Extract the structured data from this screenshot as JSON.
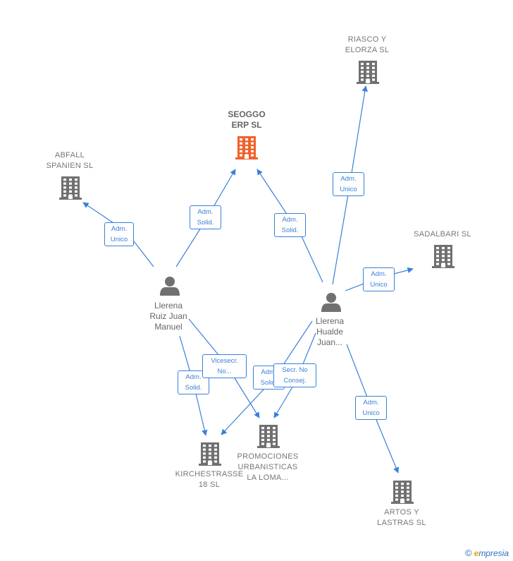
{
  "nodes": {
    "seoggo": {
      "label": "SEOGGO\nERP  SL",
      "color": "#f0612d"
    },
    "riasco": {
      "label": "RIASCO Y\nELORZA  SL",
      "color": "#707070"
    },
    "abfall": {
      "label": "ABFALL\nSPANIEN  SL",
      "color": "#707070"
    },
    "sadalbari": {
      "label": "SADALBARI  SL",
      "color": "#707070"
    },
    "kirchestrasse": {
      "label": "KIRCHESTRASSE\n18 SL",
      "color": "#707070"
    },
    "promociones": {
      "label": "PROMOCIONES\nURBANISTICAS\nLA LOMA...",
      "color": "#707070"
    },
    "artos": {
      "label": "ARTOS Y\nLASTRAS SL",
      "color": "#707070"
    },
    "llerena_ruiz": {
      "label": "Llerena\nRuiz Juan\nManuel",
      "color": "#707070"
    },
    "llerena_hualde": {
      "label": "Llerena\nHualde\nJuan...",
      "color": "#707070"
    }
  },
  "edges": [
    {
      "id": "e1",
      "label": "Adm.\nUnico"
    },
    {
      "id": "e2",
      "label": "Adm.\nSolid."
    },
    {
      "id": "e3",
      "label": "Adm.\nSolid."
    },
    {
      "id": "e4",
      "label": "Adm.\nUnico"
    },
    {
      "id": "e5",
      "label": "Adm.\nUnico"
    },
    {
      "id": "e6",
      "label": "Adm.\nSolid."
    },
    {
      "id": "e7",
      "label": "Vicesecr.\nNo..."
    },
    {
      "id": "e8",
      "label": "Adm.\nSolid."
    },
    {
      "id": "e9",
      "label": "Secr.  No\nConsej."
    },
    {
      "id": "e10",
      "label": "Adm.\nUnico"
    }
  ],
  "colors": {
    "edge": "#3a80d9",
    "icon": "#707070",
    "highlight": "#f0612d"
  },
  "watermark": {
    "copyright": "©",
    "brand_initial": "e",
    "brand_rest": "mpresia"
  }
}
